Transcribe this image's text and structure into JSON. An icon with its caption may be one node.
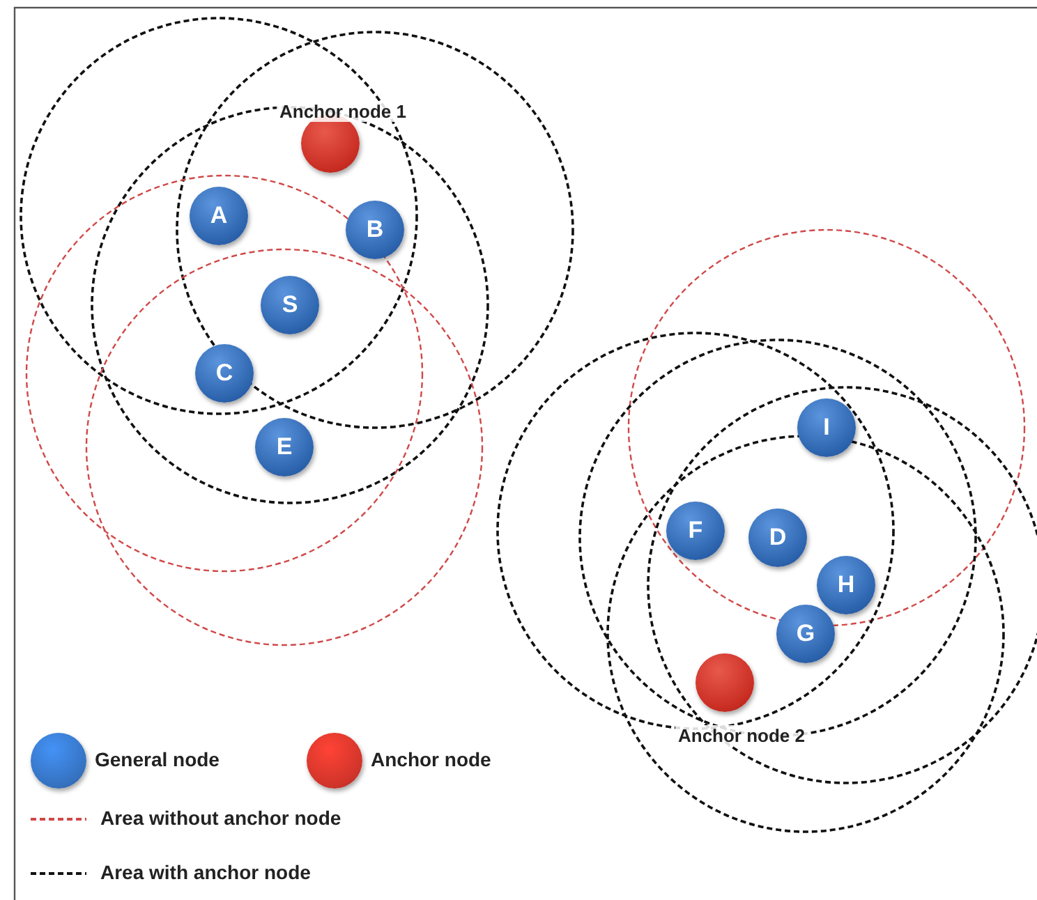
{
  "diagram": {
    "nodes": [
      {
        "text": [],
        "shape": "circle",
        "beside": [
          "Anchor node 1"
        ]
      },
      {
        "text": [
          "A"
        ]
      },
      {
        "text": [
          "B"
        ]
      },
      {
        "text": [
          "S"
        ]
      },
      {
        "text": [
          "C"
        ]
      },
      {
        "text": [
          "E"
        ]
      },
      {
        "text": [
          "I"
        ]
      },
      {
        "text": [
          "F"
        ]
      },
      {
        "text": [
          "D"
        ]
      },
      {
        "text": [
          "H"
        ]
      },
      {
        "text": [
          "G"
        ]
      },
      {
        "text": [],
        "shape": "circle",
        "beside": [
          "Anchor node 2"
        ]
      }
    ],
    "legend": [
      {
        "text": "General node",
        "color": "#3572c0"
      },
      {
        "text": "Anchor node",
        "color": "#d0342a"
      },
      {
        "text": "Area without anchor node"
      },
      {
        "text": "Area with anchor node"
      }
    ]
  }
}
